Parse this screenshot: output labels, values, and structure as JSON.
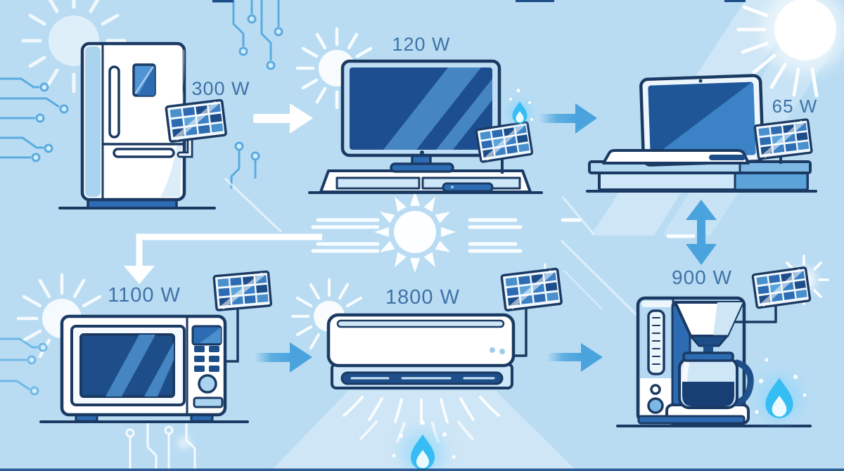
{
  "infographic": {
    "theme": "solar-powered household appliance wattages",
    "panels": [
      {
        "appliance": "refrigerator",
        "wattage_label": "300 W"
      },
      {
        "appliance": "television",
        "wattage_label": "120 W"
      },
      {
        "appliance": "laptop",
        "wattage_label": "65 W"
      },
      {
        "appliance": "microwave",
        "wattage_label": "1100 W"
      },
      {
        "appliance": "air-conditioner",
        "wattage_label": "1800 W"
      },
      {
        "appliance": "coffee-maker",
        "wattage_label": "900 W"
      }
    ]
  },
  "icons": {
    "solar_panel": "solar-panel-icon",
    "sun": "sun-icon",
    "flame": "flame-icon",
    "circuit": "circuit-trace-icon",
    "arrow": "flow-arrow-icon"
  },
  "colors": {
    "background_blue": "#b9dcf3",
    "outline_navy": "#1b3a63",
    "panel_cell_dark": "#1d4e89",
    "panel_cell_mid": "#3b7fc4",
    "accent_arrow_blue": "#4aa3dd",
    "label_text": "#3f72a8",
    "flame_blue": "#35bdf4"
  }
}
